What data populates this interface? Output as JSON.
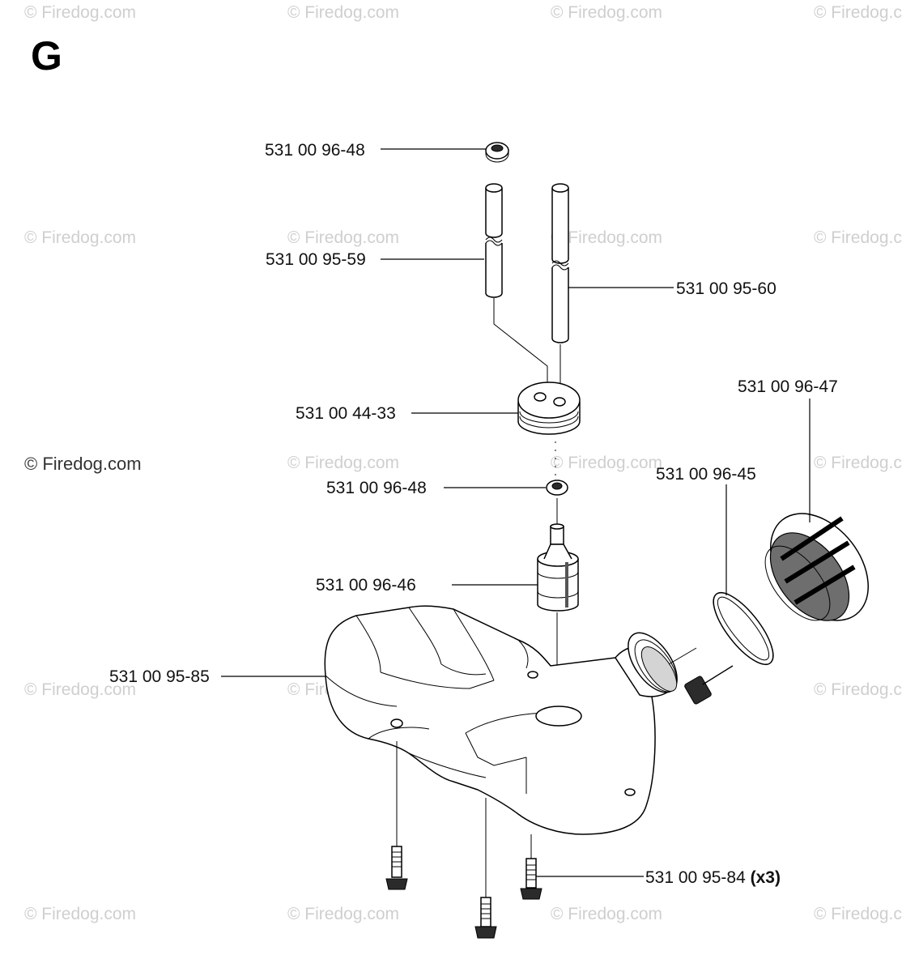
{
  "section": "G",
  "watermark": "© Firedog.com",
  "parts": {
    "spacer_top": "531 00 96-48",
    "hose_left": "531 00 95-59",
    "hose_right": "531 00 95-60",
    "grommet": "531 00 44-33",
    "spacer_mid": "531 00 96-48",
    "fuel_filter": "531 00 96-46",
    "fuel_tank": "531 00 95-85",
    "tank_cap": "531 00 96-47",
    "cap_seal": "531 00 96-45",
    "screw": "531 00 95-84",
    "screw_qty": "(x3)"
  }
}
